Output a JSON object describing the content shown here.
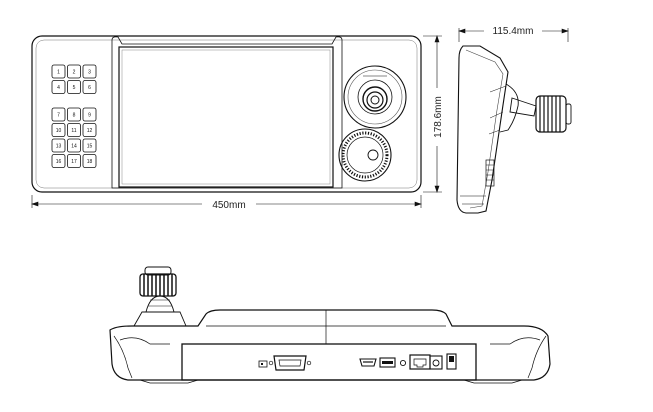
{
  "dimensions": {
    "width_label": "450mm",
    "height_label": "178.6mm",
    "depth_label": "115.4mm"
  },
  "keypad": {
    "top_block": [
      "1",
      "2",
      "3",
      "4",
      "5",
      "6"
    ],
    "bottom_block": [
      "7",
      "8",
      "9",
      "10",
      "11",
      "12",
      "13",
      "14",
      "15",
      "16",
      "17",
      "18"
    ]
  },
  "icons": [
    "joystick-icon",
    "jog-dial-icon",
    "vga-port-icon",
    "hdmi-port-icon",
    "usb-port-icon",
    "ethernet-port-icon",
    "dc-power-icon",
    "power-switch-icon"
  ]
}
